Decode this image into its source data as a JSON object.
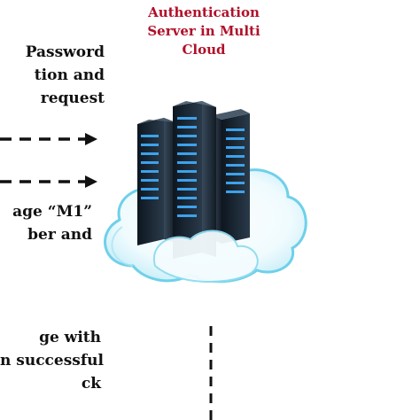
{
  "server_label": {
    "lines": [
      "Authentication",
      "Server in Multi",
      "Cloud"
    ],
    "color": "#b0102a"
  },
  "text_blocks": {
    "top": {
      "lines": [
        "Password",
        "tion and",
        "request"
      ]
    },
    "middle": {
      "lines": [
        "age “M1”",
        "ber and"
      ]
    },
    "bottom": {
      "lines": [
        "ge with",
        "n successful",
        "ck"
      ]
    }
  },
  "icons": {
    "server": "server-rack-icon",
    "cloud": "cloud-icon"
  },
  "colors": {
    "arrow": "#111111",
    "cloud_fill": "#e6f6fb",
    "cloud_edge": "#5bc8e6",
    "server_body": "#1b2733",
    "server_led": "#3fa9f5"
  }
}
